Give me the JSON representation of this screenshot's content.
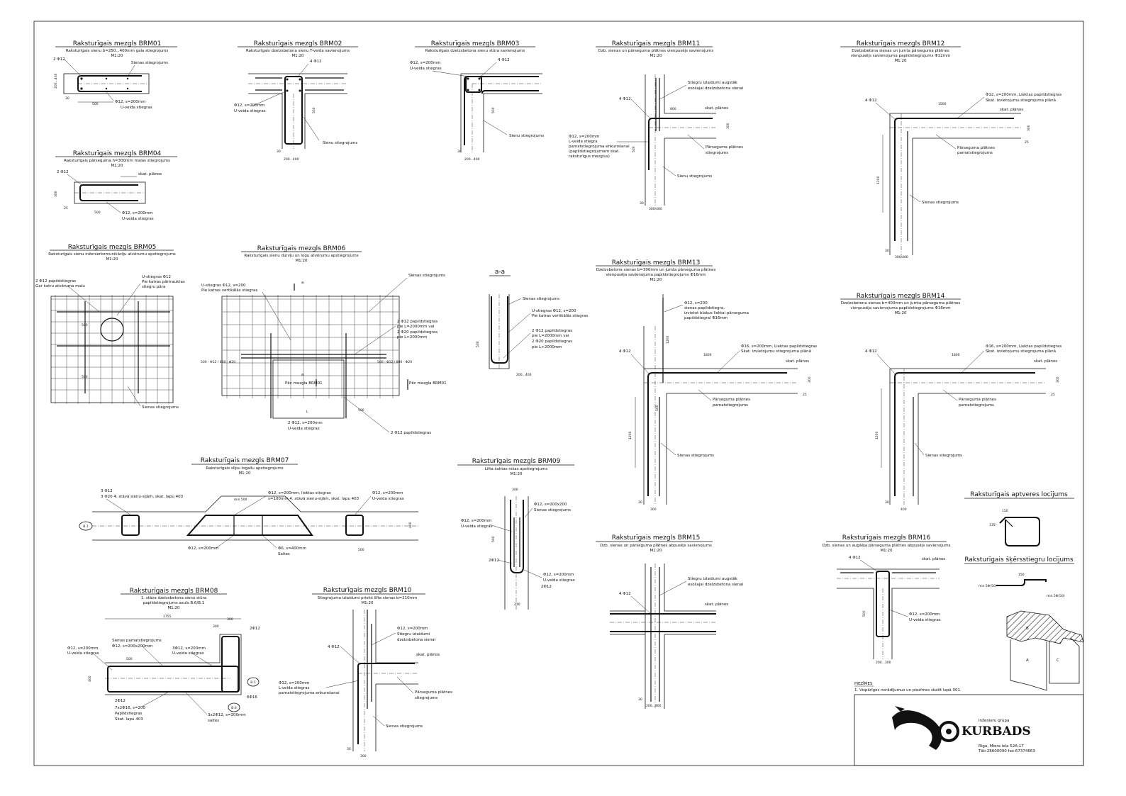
{
  "nodes": {
    "brm01": {
      "title": "Raksturīgais mezgls BRM01",
      "subtitle": "Raksturīgais sienu b=250...400mm gala stiegrojums",
      "scale": "M1:20",
      "labels": [
        "2 Φ12",
        "Sienas stiegrojums",
        "Φ12, s=200mm",
        "U-veida stiegras",
        "200...400",
        "30",
        "500"
      ]
    },
    "brm02": {
      "title": "Raksturīgais mezgls BRM02",
      "subtitle": "Raksturīgais dzelzsbetona sienu T-veida savienojums",
      "scale": "M1:20",
      "labels": [
        "4 Φ12",
        "Φ12, s=200mm",
        "U-veida stiegras",
        "Sienu stiegrojums",
        "200...400",
        "30",
        "500"
      ]
    },
    "brm03": {
      "title": "Raksturīgais mezgls BRM03",
      "subtitle": "Raksturīgais dzelzsbetona sienu stūra savienojums",
      "scale": "M1:20",
      "labels": [
        "Φ12, s=200mm",
        "U-veida stiegras",
        "4 Φ12",
        "Sienu stiegrojums",
        "200...400",
        "30",
        "500"
      ]
    },
    "brm04": {
      "title": "Raksturīgais mezgls BRM04",
      "subtitle": "Raksturīgais pārseguma h=300mm malas stiegrojums",
      "scale": "M1:20",
      "labels": [
        "2 Φ12",
        "skat. plānos",
        "Φ12, s=200mm",
        "U-veida stiegras",
        "300",
        "25",
        "500"
      ]
    },
    "brm05": {
      "title": "Raksturīgais mezgls BRM05",
      "subtitle": "Raksturīgais sienu inženierkomunikāciju atvērumu apstiegrojums",
      "scale": "M1:20",
      "labels": [
        "2 Φ12 papildstiegras",
        "Gar katru atvēruma malu",
        "U-stiegras Φ12",
        "Pie katras pārtrauktas",
        "stiegru pāra",
        "500",
        "500",
        "Sienas stiegrojums"
      ]
    },
    "brm06": {
      "title": "Raksturīgais mezgls BRM06",
      "subtitle": "Raksturīgais sienu durvju un logu atvērumu apstiegrojums",
      "scale": "M1:20",
      "labels": [
        "U-stiegras Φ12, s=200",
        "Pie katras vertikālās stiegras",
        "Sienas stiegrojums",
        "2 Φ12 papildstiegras",
        "pie L=2000mm vai",
        "2 Φ20 papildstiegras",
        "pie L>2000mm",
        "500 - Φ12 / 800 - Φ20",
        "500 - Φ12 / 800 - Φ20",
        "Pēc mezgla BRM01",
        "Pēc mezgla BRM01",
        "2 Φ12, s=200mm",
        "U-veida stiegras",
        "2 Φ12 papildstiegras",
        "a",
        "a",
        "L",
        "500"
      ]
    },
    "section_aa": {
      "title": "a-a",
      "labels": [
        "Sienas stiegrojums",
        "U-stiegras Φ12, s=200",
        "Pie katras vertikālās stiegras",
        "2 Φ12 papildstiegras",
        "pie L=2000mm vai",
        "2 Φ20 papildstiegras",
        "pie L>2000mm",
        "500",
        "200...400"
      ]
    },
    "brm07": {
      "title": "Raksturīgais mezgls BRM07",
      "subtitle": "Raksturīgais slīpu logailu apstiegrojums",
      "scale": "M1:20",
      "labels": [
        "3 Φ12",
        "3 Φ20 4. stāvā sienu-sijām, skat. lapu 403",
        "Φ12, s=200mm, liektas stiegras",
        "s=100mm 4. stāvā sienu-sijām, skat. lapu 403",
        "Φ12, s=200mm",
        "U-veida stiegras",
        "min 500",
        "Φ12, s=200mm",
        "Φ6, s=400mm",
        "Saites",
        "B.1",
        "500",
        "400"
      ]
    },
    "brm08": {
      "title": "Raksturīgais mezgls BRM08",
      "subtitle": "1. stāva dzelzsbetona sienu stūra",
      "subtitle2": "papildstiegrojums asuīs B.6/B.1",
      "scale": "M1:20",
      "labels": [
        "1755",
        "300",
        "300",
        "2Φ12",
        "Φ12, s=200mm",
        "U-veida stiegras",
        "Sienas pamatstiegrojums",
        "Φ12, s=200x200mm",
        "3Φ12, s=200mm",
        "U-veida stiegras",
        "2Φ12",
        "7x2Φ16, s=200",
        "Papildstiegras",
        "Skat. lapu 403",
        "3x2Φ12, s=200mm",
        "saites",
        "6Φ16",
        "B.1",
        "B.6",
        "500",
        "400"
      ]
    },
    "brm09": {
      "title": "Raksturīgais mezgls BRM09",
      "subtitle": "Lifta šahtas nišas apstiegrojums",
      "scale": "M1:20",
      "labels": [
        "Φ12, s=200x200",
        "Sienas stiegrojums",
        "Φ12, s=200mm",
        "U-veida stiegras",
        "2Φ12",
        "2Φ12",
        "Φ12, s=200mm",
        "U-veida stiegras",
        "300",
        "210",
        "500"
      ]
    },
    "brm10": {
      "title": "Raksturīgais mezgls BRM10",
      "subtitle": "Stiegrojuma izlaidumi priekš lifta sienas b=210mm",
      "scale": "M1:20",
      "labels": [
        "Φ12, s=200mm",
        "Stiegru izlaidumi",
        "dzelzsbetona sienai",
        "4 Φ12",
        "skat. plānos",
        "Φ12, s=200mm",
        "L-veida stiegras",
        "pamatstiegrojuma enkurošanai",
        "Pārseguma plātnes",
        "stiegrojums",
        "Sienas stiegrojums",
        "300",
        "30"
      ]
    },
    "brm11": {
      "title": "Raksturīgais mezgls BRM11",
      "subtitle": "Dzb. sienas un pārseguma plātnes vienpusējs savienojums",
      "scale": "M1:20",
      "labels": [
        "Stiegru izlaidumi augstāk",
        "esošajai dzelzsbetona sienai",
        "4 Φ12",
        "skat. plānos",
        "Φ12, s=200mm",
        "L-veida stiegra",
        "pamatstiegrojuma enkurošanai",
        "(papildstiegrojumam skat.",
        "raksturīgus mezglus)",
        "Pārseguma plātnes",
        "stiegrojums",
        "Sienu stiegrojums",
        "300/400",
        "30",
        "800",
        "500",
        "300"
      ]
    },
    "brm12": {
      "title": "Raksturīgais mezgls BRM12",
      "subtitle": "Dzelzsbetona sienas un jumta pārseguma plātnes",
      "subtitle2": "vienpusējs savienojuma papildstiegrojums Φ12mm",
      "scale": "M1:20",
      "labels": [
        "4 Φ12",
        "1500",
        "Φ12, s=200mm, Liektas papildstiegras",
        "Skat. izvietojumu stiegrojuma plānā",
        "skat. plānos",
        "Pārseguma plātnes",
        "pamatstiegrojums",
        "Sienas stiegrojums",
        "1200",
        "300/400",
        "30",
        "300",
        "25"
      ]
    },
    "brm13": {
      "title": "Raksturīgais mezgls BRM13",
      "subtitle": "Dzelzsbetona sienas b=300mm un jumta pārseguma plātnes",
      "subtitle2": "vienpusēja savienojuma papildstiegrojums Φ16mm",
      "scale": "M1:20",
      "labels": [
        "Φ12, s=200",
        "sienas papildstiegra,",
        "izvietot blakus liektai pārseguma",
        "papildstiegrai Φ16mm",
        "4 Φ12",
        "1800",
        "Φ16, s=200mm, Liektas papildstiegras",
        "Skat. izvietojumu stiegrojuma plānā",
        "skat. plānos",
        "Pārseguma plātnes",
        "pamatstiegrojums",
        "Sienas stiegrojums",
        "1200",
        "1200",
        "500",
        "300",
        "30",
        "300",
        "25"
      ]
    },
    "brm14": {
      "title": "Raksturīgais mezgls BRM14",
      "subtitle": "Dzelzsbetona sienas b=400mm un jumta pārseguma plātnes",
      "subtitle2": "vienpusēja savienojuma papildstiegrojums Φ16mm",
      "scale": "M1:20",
      "labels": [
        "4 Φ12",
        "1800",
        "Φ16, s=200mm, Liektas papildstiegras",
        "Skat. izvietojumu stiegrojuma plānā",
        "skat. plānos",
        "Pārseguma plātnes",
        "pamatstiegrojums",
        "Sienas stiegrojums",
        "1200",
        "400",
        "30",
        "300",
        "25"
      ]
    },
    "brm15": {
      "title": "Raksturīgais mezgls BRM15",
      "subtitle": "Dzb. sienas un pārseguma plātnes abpusējs savienojums",
      "scale": "M1:20",
      "labels": [
        "Stiegru izlaidumi augstāk",
        "esošajai dzelzsbetona sienai",
        "4 Φ12",
        "skat. plānos",
        "200...400",
        "30"
      ]
    },
    "brm16": {
      "title": "Raksturīgais mezgls BRM16",
      "subtitle": "Dzb. sienas un augšēja pārseguma plātnes abpusējs savienojums",
      "scale": "M1:20",
      "labels": [
        "4 Φ12",
        "skat. plānos",
        "Φ12, s=200mm",
        "U-veida stiegras",
        "500",
        "200...300"
      ]
    },
    "hook_bend": {
      "title": "Raksturīgais aptveres locījums",
      "labels": [
        "150",
        "135°"
      ]
    },
    "cross_bend": {
      "title": "Raksturīgais šķērsstiegru locījums",
      "labels": [
        "150",
        "min 5Φ(50)",
        "min 5Φ(50)"
      ]
    }
  },
  "notes": {
    "heading": "PIEZĪMES",
    "items": [
      "1.   Vispārīgos norādījumus un piezīmes skatīt lapā 001."
    ]
  },
  "title_block": {
    "company_prefix": "Inženieru grupa",
    "company_name": "KURBADS",
    "address": "Rīga, Miera iela 52A-17",
    "phone": "Tālr.28600090 fax:67374663"
  },
  "keyplan": {
    "labels": [
      "B",
      "A",
      "C"
    ]
  }
}
